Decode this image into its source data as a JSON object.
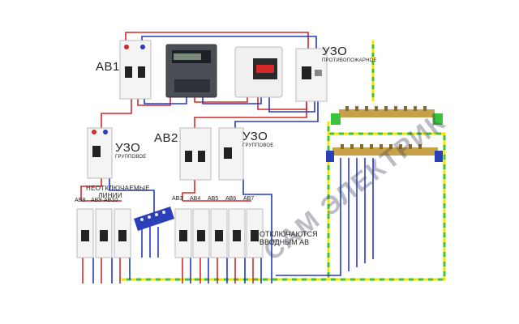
{
  "labels": {
    "ab1": "АВ1",
    "uzo_fire": "УЗО",
    "uzo_fire_sub": "ПРОТИВОПОЖАРНОЕ",
    "uzo_group1": "УЗО",
    "uzo_group1_sub": "ГРУППОВОЕ",
    "ab2": "АВ2",
    "uzo_group2": "УЗО",
    "uzo_group2_sub": "ГРУППОВОЕ",
    "neotkl_line1": "НЕОТКЛЮЧАЕМЫЕ",
    "neotkl_line2": "ЛИНИИ",
    "otkl_line1": "ОТКЛЮЧАЮТСЯ",
    "otkl_line2": "ВВОДНЫМ АВ",
    "watermark": "САМ ЭЛЕКТРИК"
  },
  "breaker_labels": {
    "ab8": "АВ8",
    "ab9": "АВ9",
    "ab10": "АВ10",
    "ab3": "АВ3",
    "ab4": "АВ4",
    "ab5": "АВ5",
    "ab6": "АВ6",
    "ab7": "АВ7"
  },
  "colors": {
    "phase": "#d62828",
    "neutral": "#2638c8",
    "earth_yellow": "#f2e600",
    "earth_green": "#3bc33b",
    "device_body": "#f4f4f4",
    "meter_body": "#4a4f56"
  }
}
